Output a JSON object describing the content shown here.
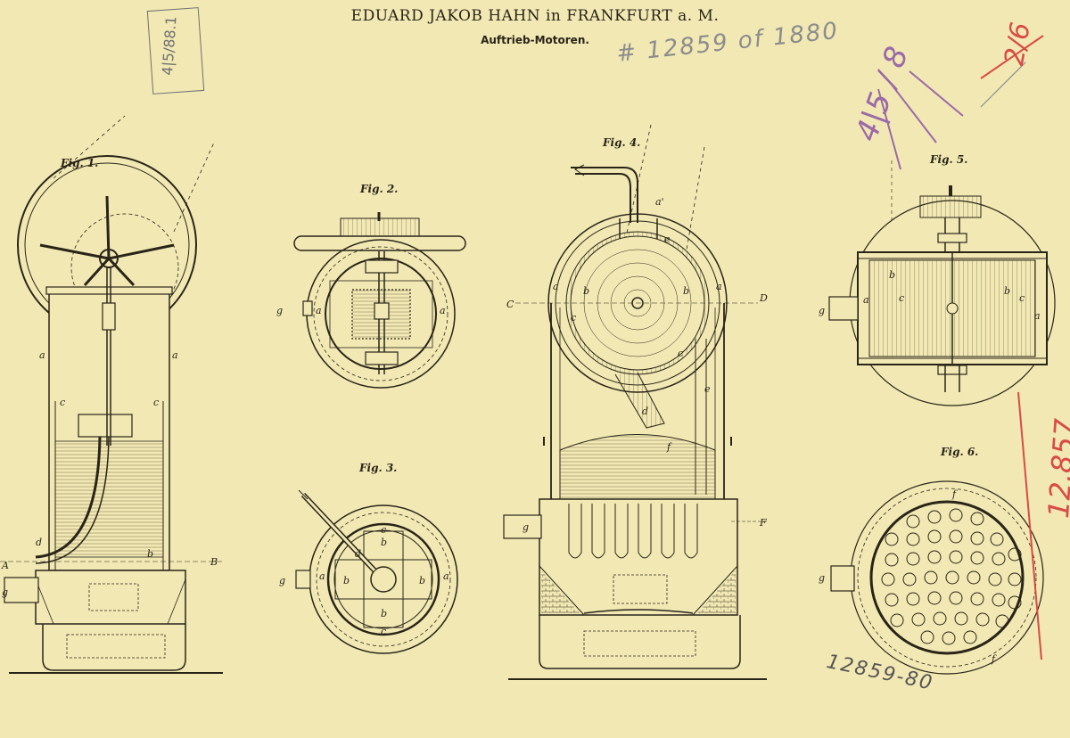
{
  "header": {
    "title": "EDUARD JAKOB HAHN in FRANKFURT a. M.",
    "subtitle": "Auftrieb-Motoren."
  },
  "figures": [
    {
      "label": "Fig. 1."
    },
    {
      "label": "Fig. 2."
    },
    {
      "label": "Fig. 3."
    },
    {
      "label": "Fig. 4."
    },
    {
      "label": "Fig. 5."
    },
    {
      "label": "Fig. 6."
    }
  ],
  "annotations": {
    "stamp_box": "4|5/88.1",
    "reference_top": "# 12859 of 1880",
    "reference_bottom": "12859-80",
    "purple_marks": "4|5 / 8",
    "red_number": "12,857",
    "red_fraction": "2/6"
  },
  "colors": {
    "paper": "#f1e8b4",
    "ink": "#2a2418",
    "pencil": "#8c8c8c",
    "red": "#d84b46",
    "purple": "#9a6aa6"
  }
}
